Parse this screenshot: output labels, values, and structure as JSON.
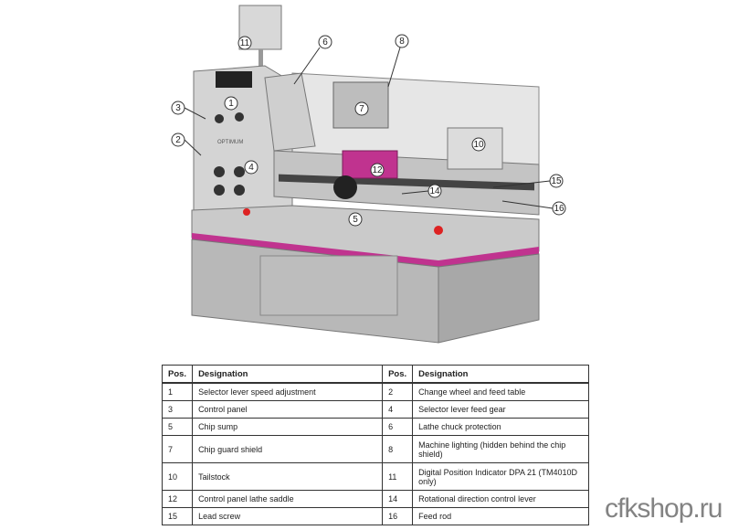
{
  "diagram": {
    "title": "Lathe overview",
    "brand": "OPTIMUM",
    "callouts": [
      "1",
      "2",
      "3",
      "4",
      "5",
      "6",
      "7",
      "8",
      "10",
      "11",
      "12",
      "14",
      "15",
      "16"
    ],
    "accent": "#c0338f"
  },
  "table": {
    "headers": [
      "Pos.",
      "Designation",
      "Pos.",
      "Designation"
    ],
    "rows": [
      [
        "1",
        "Selector lever speed adjustment",
        "2",
        "Change wheel and feed table"
      ],
      [
        "3",
        "Control panel",
        "4",
        "Selector lever feed gear"
      ],
      [
        "5",
        "Chip sump",
        "6",
        "Lathe chuck protection"
      ],
      [
        "7",
        "Chip guard shield",
        "8",
        "Machine lighting (hidden behind the chip shield)"
      ],
      [
        "10",
        "Tailstock",
        "11",
        "Digital Position Indicator DPA 21 (TM4010D only)"
      ],
      [
        "12",
        "Control panel lathe saddle",
        "14",
        "Rotational direction control lever"
      ],
      [
        "15",
        "Lead screw",
        "16",
        "Feed rod"
      ]
    ]
  },
  "watermark": "cfkshop.ru"
}
